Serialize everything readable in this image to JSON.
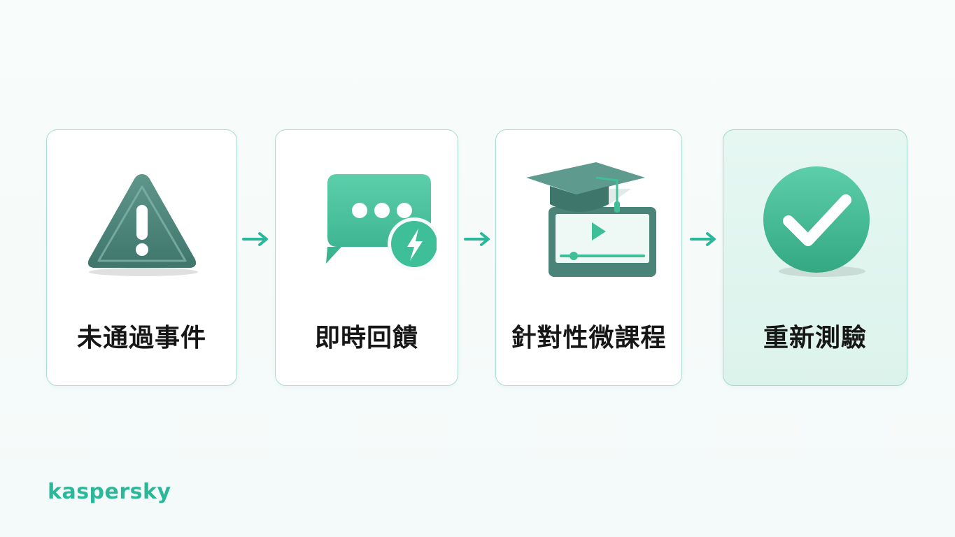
{
  "steps": [
    {
      "label": "未通過事件",
      "icon": "warning-triangle-icon"
    },
    {
      "label": "即時回饋",
      "icon": "chat-bubble-lightning-icon"
    },
    {
      "label": "針對性微課程",
      "icon": "graduation-cap-video-icon"
    },
    {
      "label": "重新測驗",
      "icon": "check-circle-icon"
    }
  ],
  "brand": {
    "logo_text": "kaspersky"
  },
  "colors": {
    "accent": "#2bb89a",
    "icon_dark": "#4a8478",
    "icon_teal": "#3fbf98",
    "border": "#a8ddd2",
    "final_bg": "#e0f5ee"
  }
}
